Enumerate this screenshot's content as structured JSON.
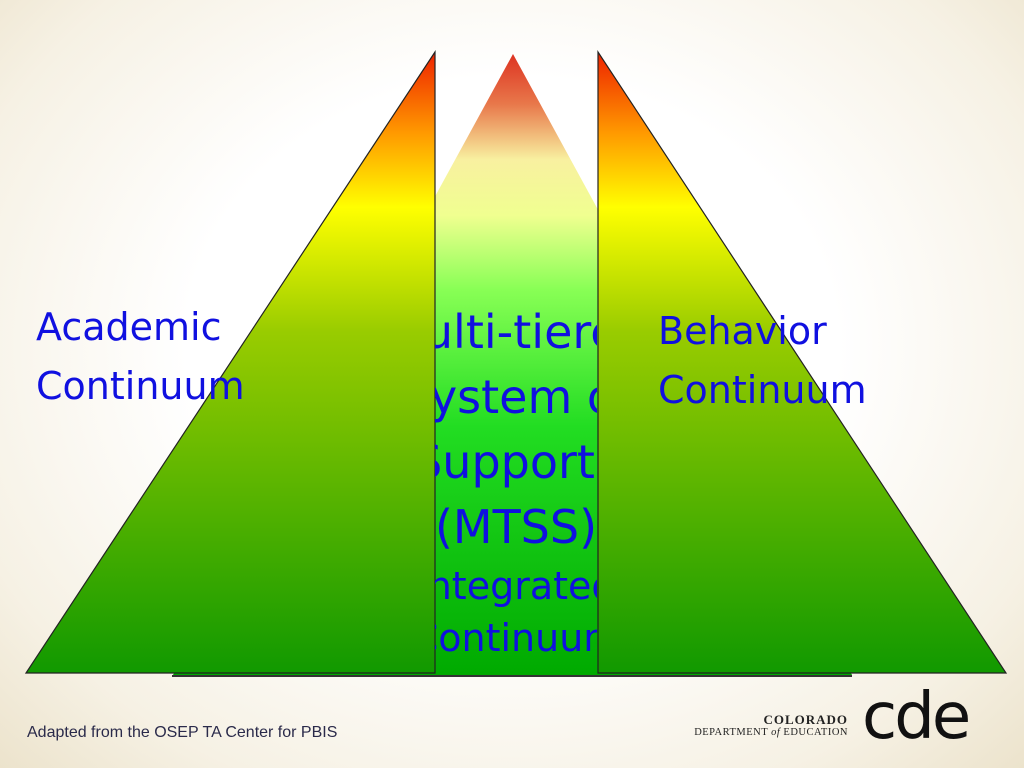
{
  "diagram": {
    "academic_label_lines": [
      "Academic",
      "Continuum"
    ],
    "behavior_label_lines": [
      "Behavior",
      "Continuum"
    ],
    "center_label_big_lines": [
      "Multi-tiered",
      "System of",
      "Supports",
      "(MTSS)"
    ],
    "center_label_small_lines": [
      "Integrated",
      "Continuum"
    ],
    "colors": {
      "label_text": "#1010e0",
      "tier_top": "#ee2200",
      "tier_middle": "#ffff00",
      "tier_bottom": "#119900"
    }
  },
  "footer": {
    "credit": "Adapted from the OSEP TA Center for PBIS"
  },
  "logo": {
    "state": "COLORADO",
    "department_prefix": "DEPARTMENT ",
    "department_of": "of",
    "department_suffix": " EDUCATION",
    "mark": "cde"
  }
}
